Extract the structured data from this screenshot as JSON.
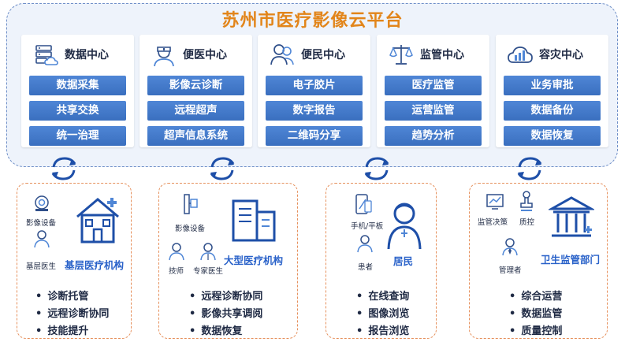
{
  "title": "苏州市医疗影像云平台",
  "centers": [
    {
      "name": "数据中心",
      "icon": "database-cloud-icon",
      "items": [
        "数据采集",
        "共享交换",
        "统一治理"
      ]
    },
    {
      "name": "便医中心",
      "icon": "doctor-icon",
      "items": [
        "影像云诊断",
        "远程超声",
        "超声信息系统"
      ]
    },
    {
      "name": "便民中心",
      "icon": "people-icon",
      "items": [
        "电子胶片",
        "数字报告",
        "二维码分享"
      ]
    },
    {
      "name": "监管中心",
      "icon": "scales-icon",
      "items": [
        "医疗监管",
        "运营监管",
        "趋势分析"
      ]
    },
    {
      "name": "容灾中心",
      "icon": "cloud-backup-icon",
      "items": [
        "业务审批",
        "数据备份",
        "数据恢复"
      ]
    }
  ],
  "institutions": [
    {
      "name": "基层医疗机构",
      "labels": [
        "影像设备",
        "基层医生"
      ],
      "bullets": [
        "诊断托管",
        "远程诊断协同",
        "技能提升"
      ]
    },
    {
      "name": "大型医疗机构",
      "labels": [
        "影像设备",
        "技师",
        "专家医生"
      ],
      "bullets": [
        "远程诊断协同",
        "影像共享调阅",
        "数据恢复"
      ]
    },
    {
      "name": "居民",
      "labels": [
        "手机/平板",
        "患者"
      ],
      "bullets": [
        "在线查询",
        "图像浏览",
        "报告浏览"
      ]
    },
    {
      "name": "卫生监管部门",
      "labels": [
        "监管决策",
        "质控",
        "管理者"
      ],
      "bullets": [
        "综合运营",
        "数据监管",
        "质量控制"
      ]
    }
  ],
  "colors": {
    "title": "#e2851a",
    "pill": "#3a6fbf",
    "platform_border": "#6f8fc8",
    "inst_border": "#e6905c",
    "inst_name": "#2a62c9"
  }
}
